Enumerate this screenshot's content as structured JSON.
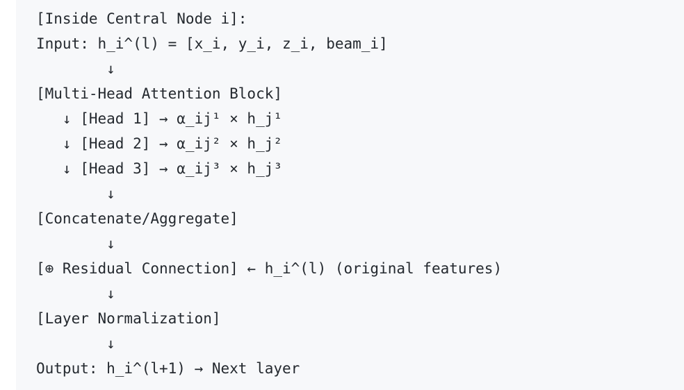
{
  "block": {
    "language": "text",
    "background_color": "#f7f8fa",
    "text_color": "#24292f",
    "gutter_color": "#ffffff",
    "line_count": 15,
    "lines": [
      {
        "id": "header-inside-central-node",
        "text": "[Inside Central Node i]:"
      },
      {
        "id": "input-features",
        "text": "Input: h_i^(l) = [x_i, y_i, z_i, beam_i]"
      },
      {
        "id": "arrow-to-attention",
        "text": "        ↓"
      },
      {
        "id": "multi-head-attention-block",
        "text": "[Multi-Head Attention Block]"
      },
      {
        "id": "head-1",
        "text": "   ↓ [Head 1] → α_ij¹ × h_j¹"
      },
      {
        "id": "head-2",
        "text": "   ↓ [Head 2] → α_ij² × h_j²"
      },
      {
        "id": "head-3",
        "text": "   ↓ [Head 3] → α_ij³ × h_j³"
      },
      {
        "id": "arrow-to-concatenate",
        "text": "        ↓"
      },
      {
        "id": "concatenate-aggregate",
        "text": "[Concatenate/Aggregate]"
      },
      {
        "id": "arrow-to-residual",
        "text": "        ↓"
      },
      {
        "id": "residual-connection",
        "text": "[⊕ Residual Connection] ← h_i^(l) (original features)"
      },
      {
        "id": "arrow-to-layernorm",
        "text": "        ↓"
      },
      {
        "id": "layer-normalization",
        "text": "[Layer Normalization]"
      },
      {
        "id": "arrow-to-output",
        "text": "        ↓"
      },
      {
        "id": "output-next-layer",
        "text": "Output: h_i^(l+1) → Next layer"
      }
    ]
  }
}
